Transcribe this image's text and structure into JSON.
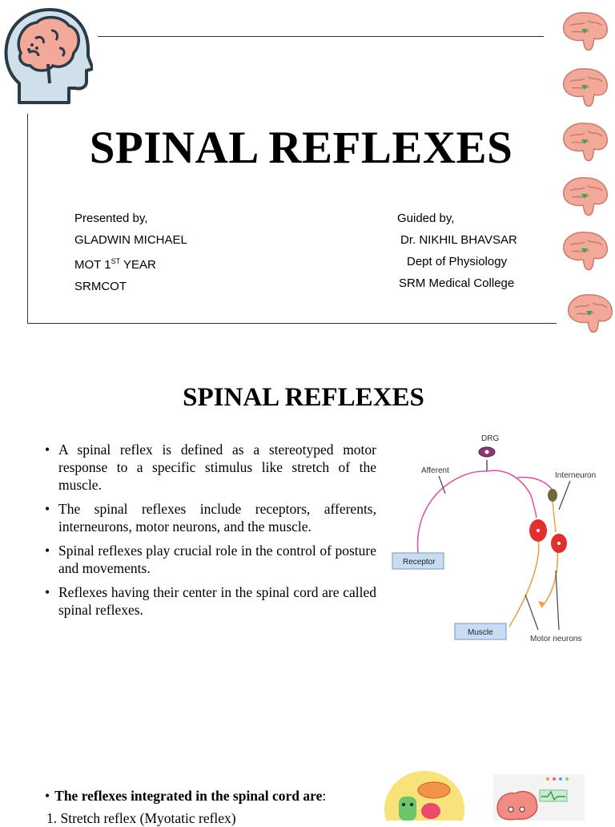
{
  "slide1": {
    "title": "SPINAL REFLEXES",
    "presented": {
      "label": "Presented by,",
      "name": "GLADWIN MICHAEL",
      "course_prefix": "MOT 1",
      "course_sup": "ST",
      "course_suffix": " YEAR",
      "institution": "SRMCOT"
    },
    "guided": {
      "label": "Guided by,",
      "name": "Dr. NIKHIL BHAVSAR",
      "dept": "Dept of Physiology",
      "college": "SRM Medical College"
    },
    "icons": {
      "head": "head-brain-icon",
      "side_brains": "brain-icon"
    }
  },
  "slide2": {
    "title": "SPINAL REFLEXES",
    "bullets": [
      "A spinal reflex is defined as a stereotyped motor response to a specific stimulus like stretch of the muscle.",
      "The spinal reflexes include receptors, afferents, interneurons, motor neurons, and the muscle.",
      "Spinal reflexes play crucial role in the control of posture and movements.",
      "Reflexes having their center in the spinal cord are called spinal reflexes."
    ],
    "diagram": {
      "drg": "DRG",
      "afferent": "Afferent",
      "interneuron": "Interneuron",
      "receptor": "Receptor",
      "muscle": "Muscle",
      "motor_neurons": "Motor neurons"
    }
  },
  "slide3": {
    "heading": "The reflexes integrated in the spinal cord are",
    "colon": ":",
    "item1": "1. Stretch reflex (Myotatic reflex)"
  },
  "colors": {
    "afferent_line": "#d65aa8",
    "efferent_line": "#f0a040",
    "neuron_red": "#e0302e",
    "box_blue": "#c9dcf2",
    "brain_pink": "#f2a99a"
  }
}
